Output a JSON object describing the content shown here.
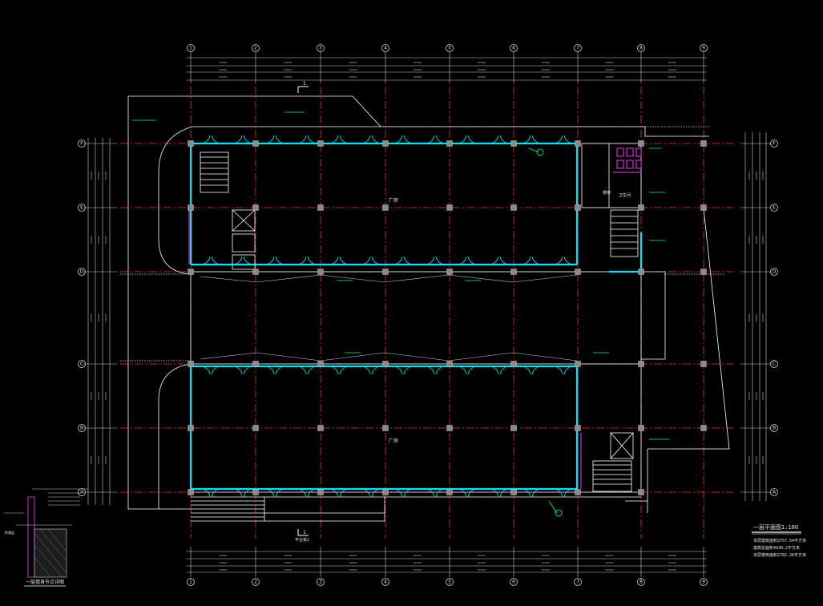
{
  "drawing": {
    "background": "#000000",
    "colors": {
      "grid_axis": "#ff2a2a",
      "wall": "#00e5ff",
      "column": "#8a8a8a",
      "outline": "#ffffff",
      "annotation": "#00ff66",
      "fixture": "#ff33ff"
    },
    "axis_numbers": [
      "1",
      "2",
      "3",
      "4",
      "5",
      "6",
      "7",
      "8",
      "9"
    ],
    "axis_letters": [
      "F",
      "E",
      "D",
      "C",
      "B",
      "A"
    ],
    "room_labels": {
      "room_upper": "厂房",
      "room_lower": "厂房",
      "stair_label": "楼梯",
      "toilet_label": "卫生间",
      "section_top": "1",
      "section_bottom": "1",
      "bottom_note": "平台板2"
    },
    "title_block": {
      "title": "一层平面图1:100",
      "line1": "本层建筑面积2757.54平方米",
      "line2": "建筑总面积4930.2平方米",
      "line3": "本层使用面积2782.28平方米"
    },
    "detail": {
      "caption": "一层墙身节点详图",
      "note": "防潮层"
    }
  }
}
